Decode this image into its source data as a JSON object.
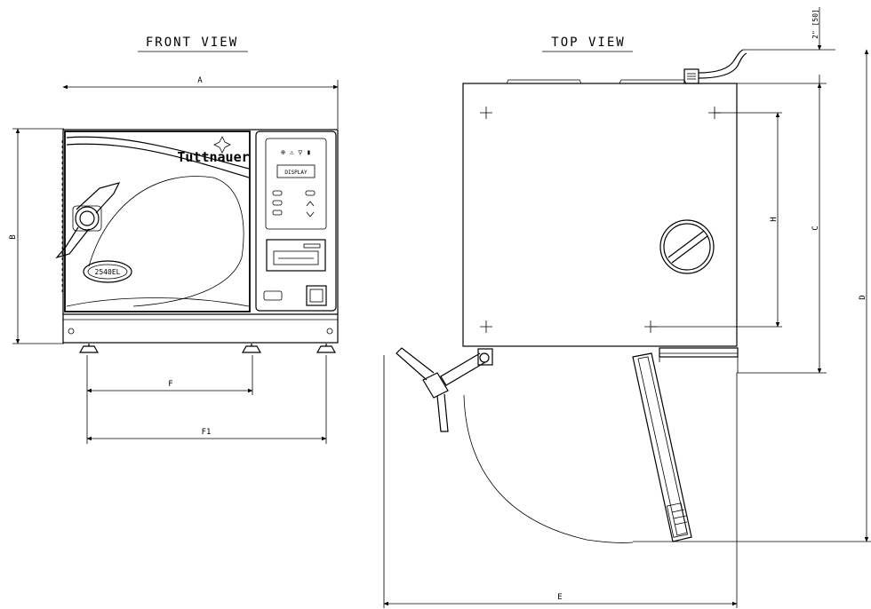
{
  "views": {
    "front_title": "FRONT VIEW",
    "top_title": "TOP VIEW"
  },
  "brand": {
    "logo_text": "Tuttnauer",
    "model_badge": "2540EL"
  },
  "panel": {
    "display_label": "DISPLAY"
  },
  "dimensions": {
    "a": "A",
    "b": "B",
    "c": "C",
    "d": "D",
    "e": "E",
    "f": "F",
    "f1": "F1",
    "h": "H",
    "clearance": "2\" [50]"
  }
}
